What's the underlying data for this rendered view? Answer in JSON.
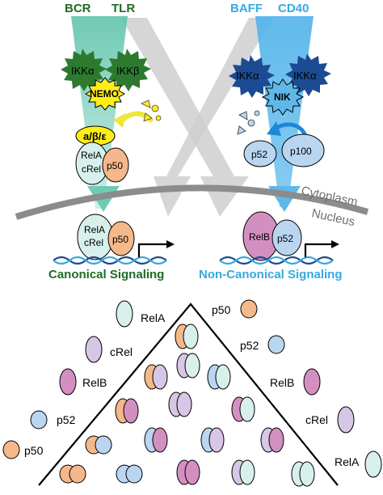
{
  "top": {
    "receptors_left": [
      "BCR",
      "TLR"
    ],
    "receptors_right": [
      "BAFF",
      "CD40"
    ],
    "canonical": {
      "ikk_alpha": "IKKα",
      "ikk_beta": "IKKβ",
      "nemo": "NEMO",
      "ikb": "a/β/ε",
      "complex_top": "RelA",
      "complex_bottom": "cRel",
      "partner": "p50",
      "title": "Canonical Signaling"
    },
    "noncanonical": {
      "ikk_alpha_1": "IKKα",
      "ikk_alpha_2": "IKKα",
      "nik": "NIK",
      "p52": "p52",
      "p100": "p100",
      "relb": "RelB",
      "title": "Non-Canonical Signaling"
    },
    "compartments": {
      "cytoplasm": "Cytoplasm",
      "nucleus": "Nucleus"
    }
  },
  "bottom": {
    "left_labels": [
      "RelA",
      "cRel",
      "RelB",
      "p52",
      "p50"
    ],
    "right_labels": [
      "p50",
      "p52",
      "RelB",
      "cRel",
      "RelA"
    ]
  },
  "colors": {
    "rela": "#d8f0ec",
    "crel": "#d7c6e5",
    "relb": "#d48fc1",
    "p50": "#f5b88a",
    "p52": "#b9d5f0",
    "green_arrow": "#6fcbb5",
    "blue_arrow": "#5fb8ea",
    "ikk_green": "#2d7a2f",
    "ikk_blue": "#1c4b93",
    "ikb_yellow": "#ffed1a"
  }
}
